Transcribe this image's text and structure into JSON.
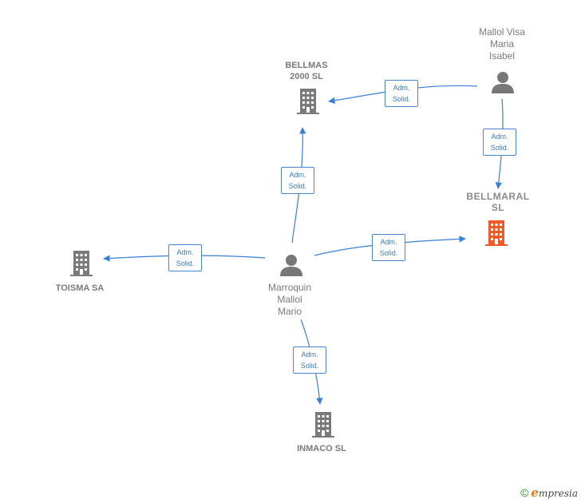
{
  "nodes": {
    "bellmas": {
      "label": "BELLMAS\n2000  SL",
      "type": "company"
    },
    "bellmaral": {
      "label": "BELLMARAL\nSL",
      "type": "company",
      "highlight": true
    },
    "toisma": {
      "label": "TOISMA SA",
      "type": "company"
    },
    "inmaco": {
      "label": "INMACO SL",
      "type": "company"
    },
    "mallol": {
      "label": "Mallol Visa\nMaria\nIsabel",
      "type": "person"
    },
    "marroquin": {
      "label": "Marroquin\nMallol\nMario",
      "type": "person"
    }
  },
  "edges": [
    {
      "from": "mallol",
      "to": "bellmas",
      "line1": "Adm.",
      "line2": "Solid."
    },
    {
      "from": "mallol",
      "to": "bellmaral",
      "line1": "Adm.",
      "line2": "Solid."
    },
    {
      "from": "marroquin",
      "to": "bellmas",
      "line1": "Adm.",
      "line2": "Solid."
    },
    {
      "from": "marroquin",
      "to": "toisma",
      "line1": "Adm.",
      "line2": "Solid."
    },
    {
      "from": "marroquin",
      "to": "bellmaral",
      "line1": "Adm.",
      "line2": "Solid."
    },
    {
      "from": "marroquin",
      "to": "inmaco",
      "line1": "Adm.",
      "line2": "Solid."
    }
  ],
  "colors": {
    "edge": "#3a7fd5",
    "company": "#7a7a7a",
    "highlight": "#f05a28",
    "person": "#777777"
  },
  "footer": {
    "copyright": "©",
    "brand_initial": "e",
    "brand_rest": "mpresia"
  }
}
